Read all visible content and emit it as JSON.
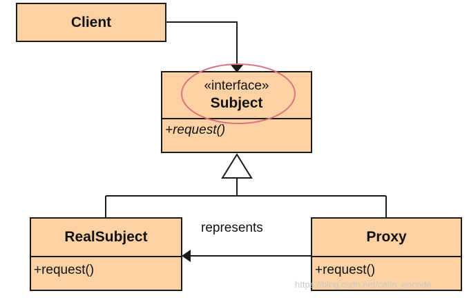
{
  "nodes": {
    "client": {
      "name": "Client"
    },
    "subject": {
      "stereotype": "«interface»",
      "name": "Subject",
      "operations": [
        "+request()"
      ]
    },
    "real_subject": {
      "name": "RealSubject",
      "operations": [
        "+request()"
      ]
    },
    "proxy": {
      "name": "Proxy",
      "operations": [
        "+request()"
      ]
    }
  },
  "edges": {
    "proxy_to_real_subject_label": "represents"
  },
  "colors": {
    "box_fill": "#fcd2a4",
    "stroke": "#1a1a1a",
    "highlight_ellipse": "#d9737b"
  },
  "watermark": "https://blog.csdn.net/calm_encode"
}
